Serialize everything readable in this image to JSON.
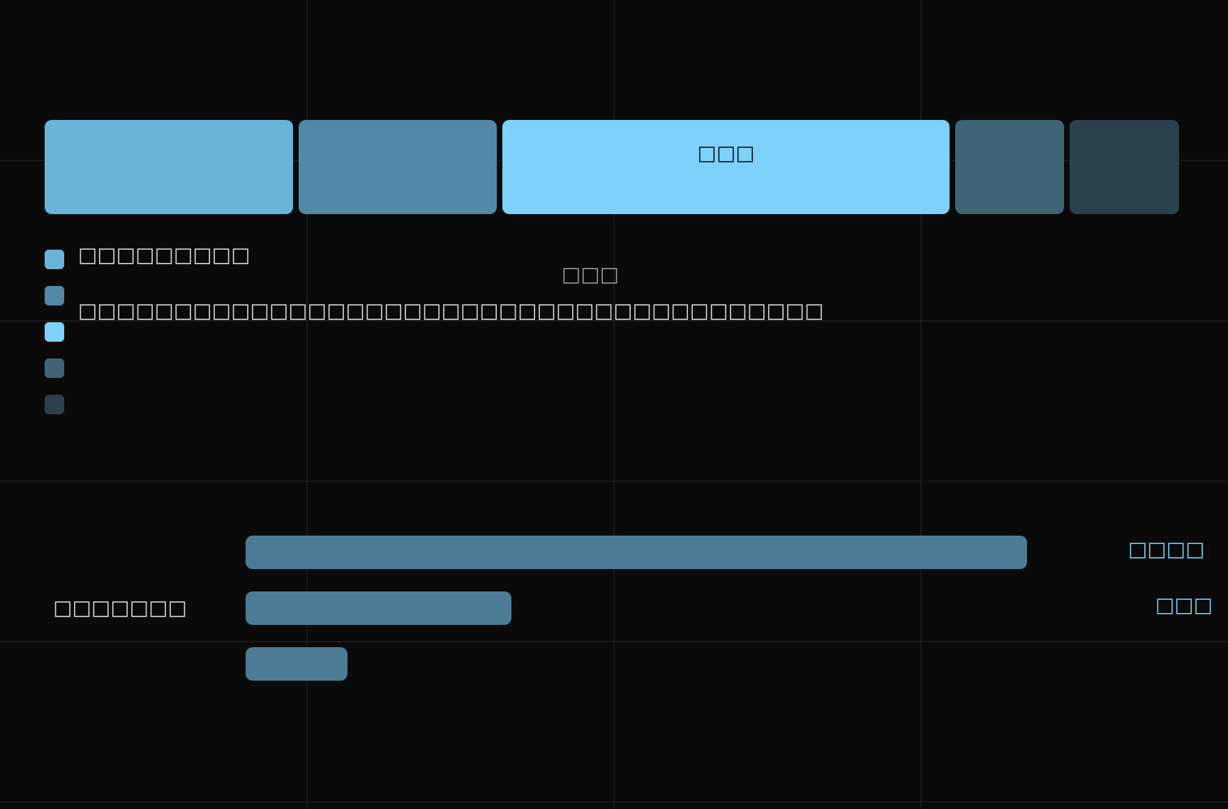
{
  "chart_data": [
    {
      "type": "bar",
      "variant": "stacked-horizontal-segments",
      "segments": [
        {
          "name": "□□□□□□□□□",
          "value": 25,
          "color": "#6ab4d8"
        },
        {
          "name": "□□□□□□□□□□□□□□□□□□□□□□□□□□□□□□□□□□□□□□□",
          "value": 20,
          "color": "#5189a6",
          "label": ""
        },
        {
          "name": "",
          "value": 45,
          "color": "#7cd2fc",
          "label": "□□□"
        },
        {
          "name": "",
          "value": 11,
          "color": "#3e6476",
          "label": ""
        },
        {
          "name": "",
          "value": 11,
          "color": "#2a414c",
          "label": ""
        }
      ],
      "center_label": "□□□",
      "legend_position": "bottom-left"
    },
    {
      "type": "bar",
      "orientation": "horizontal",
      "bar_color": "#4c7c95",
      "bars": [
        {
          "value": 100,
          "label": ""
        },
        {
          "value": 34,
          "label": "□□□□□□□"
        },
        {
          "value": 13,
          "label": ""
        }
      ],
      "side_labels": [
        "□□□□",
        "□□□"
      ],
      "label_color": "#79d0f5"
    }
  ]
}
